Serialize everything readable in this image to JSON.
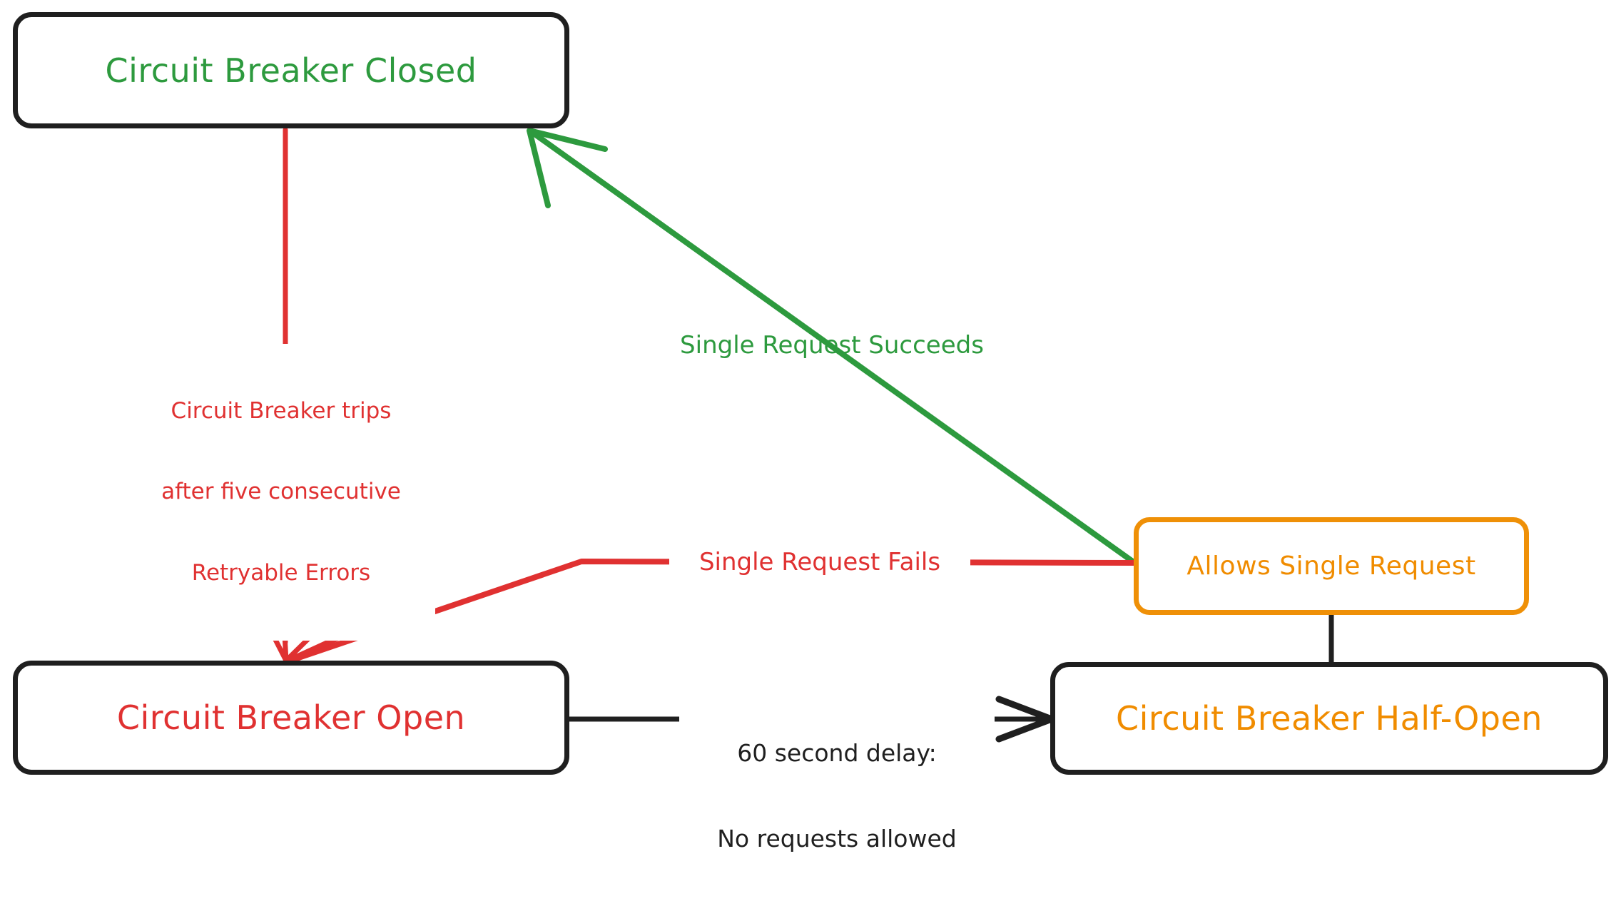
{
  "diagram": {
    "type": "state-machine",
    "title": "Circuit Breaker State Diagram",
    "colors": {
      "green": "#2d9a3e",
      "red": "#e03131",
      "orange": "#f08c00",
      "orange_border": "#ef9007",
      "black": "#1f1f1f",
      "background": "#ffffff"
    },
    "nodes": [
      {
        "id": "closed",
        "label": "Circuit Breaker Closed",
        "text_color": "green",
        "border_color": "black"
      },
      {
        "id": "open",
        "label": "Circuit Breaker Open",
        "text_color": "red",
        "border_color": "black"
      },
      {
        "id": "allows",
        "label": "Allows Single Request",
        "text_color": "orange",
        "border_color": "orange"
      },
      {
        "id": "half-open",
        "label": "Circuit Breaker Half-Open",
        "text_color": "orange",
        "border_color": "black"
      }
    ],
    "edges": [
      {
        "id": "closed-to-open",
        "from": "closed",
        "to": "open",
        "color": "red",
        "label_lines": [
          "Circuit Breaker trips",
          "after five consecutive",
          "Retryable Errors"
        ]
      },
      {
        "id": "allows-to-closed",
        "from": "allows",
        "to": "closed",
        "color": "green",
        "label_lines": [
          "Single Request Succeeds"
        ]
      },
      {
        "id": "allows-to-open",
        "from": "allows",
        "to": "open",
        "color": "red",
        "label_lines": [
          "Single Request Fails"
        ]
      },
      {
        "id": "open-to-half-open",
        "from": "open",
        "to": "half-open",
        "color": "black",
        "label_lines": [
          "60 second delay:",
          "No requests allowed"
        ]
      },
      {
        "id": "half-open-to-allows",
        "from": "half-open",
        "to": "allows",
        "color": "black",
        "label_lines": []
      }
    ]
  },
  "labels": {
    "node_closed": "Circuit Breaker Closed",
    "node_open": "Circuit Breaker Open",
    "node_allows": "Allows Single Request",
    "node_half_open": "Circuit Breaker Half-Open",
    "edge_trips_line1": "Circuit Breaker trips",
    "edge_trips_line2": "after five consecutive",
    "edge_trips_line3": "Retryable Errors",
    "edge_succeeds": "Single Request Succeeds",
    "edge_fails": "Single Request Fails",
    "edge_delay_line1": "60 second delay:",
    "edge_delay_line2": "No requests allowed"
  }
}
